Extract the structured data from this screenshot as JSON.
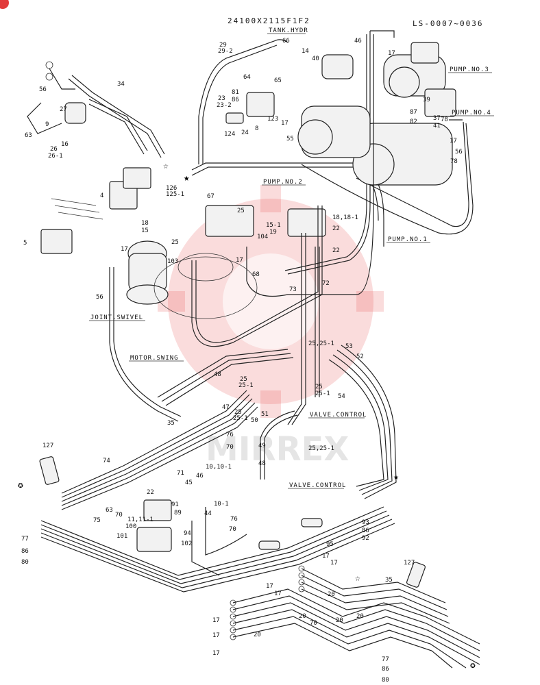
{
  "header": {
    "part_code": "24100X2115F1F2",
    "serial_range": "LS-0007~0036"
  },
  "captions": {
    "tank_hydr": "TANK.HYDR",
    "pump_no3": "PUMP.NO.3",
    "pump_no4": "PUMP.NO.4",
    "pump_no2": "PUMP.NO.2",
    "pump_no1": "PUMP.NO.1",
    "joint_swivel": "JOINT.SWIVEL",
    "motor_swing": "MOTOR.SWING",
    "valve_control_1": "VALVE.CONTROL",
    "valve_control_2": "VALVE.CONTROL"
  },
  "watermark": {
    "text": "MIRREX",
    "color": "#e23b3b"
  },
  "callouts": {
    "c1": "29",
    "c2": "29-2",
    "c3": "66",
    "c4": "14",
    "c5": "40",
    "c6": "46",
    "c7": "17",
    "c8": "64",
    "c9": "65",
    "c10": "81",
    "c11": "86",
    "c12": "23",
    "c13": "23-2",
    "c14": "123",
    "c15": "17",
    "c16": "124",
    "c17": "24",
    "c18": "8",
    "c19": "55",
    "c20": "34",
    "c21": "56",
    "c22": "27",
    "c23": "9",
    "c24": "63",
    "c25": "16",
    "c26": "26",
    "c27": "26-1",
    "c28": "39",
    "c29": "87",
    "c30": "82",
    "c31": "37",
    "c32": "41",
    "c33": "78",
    "c34": "17",
    "c35": "56",
    "c36": "78",
    "c37": "4",
    "c38": "126",
    "c39": "125-1",
    "c40": "67",
    "c41": "18",
    "c42": "15",
    "c43": "15-1",
    "c44": "19",
    "c45": "18,18-1",
    "c46": "22",
    "c47": "22",
    "c48": "25",
    "c49": "104",
    "c50": "25",
    "c51": "5",
    "c52": "17",
    "c53": "103",
    "c54": "17",
    "c55": "68",
    "c56": "73",
    "c57": "72",
    "c58": "56",
    "c59": "25,25-1",
    "c60": "53",
    "c61": "52",
    "c62": "48",
    "c63": "25",
    "c64": "25-1",
    "c65": "25",
    "c66": "25-1",
    "c67": "54",
    "c68": "47",
    "c69": "25",
    "c70": "25-1",
    "c71": "50",
    "c72": "51",
    "c73": "35",
    "c74": "76",
    "c75": "70",
    "c76": "49",
    "c77": "25,25-1",
    "c78": "48",
    "c79": "127",
    "c80": "74",
    "c81": "71",
    "c82": "10,10-1",
    "c83": "46",
    "c84": "45",
    "c85": "63",
    "c86": "22",
    "c87": "75",
    "c88": "70",
    "c89": "91",
    "c90": "89",
    "c91": "11,11-1",
    "c92": "100",
    "c93": "101",
    "c94": "94",
    "c95": "102",
    "c96": "10-1",
    "c97": "44",
    "c98": "76",
    "c99": "70",
    "c100": "93",
    "c101": "86",
    "c102": "92",
    "c103": "95",
    "c104": "77",
    "c105": "86",
    "c106": "80",
    "c107": "17",
    "c108": "17",
    "c109": "127",
    "c110": "35",
    "c111": "17",
    "c112": "17",
    "c113": "20",
    "c114": "17",
    "c115": "20",
    "c116": "20",
    "c117": "70",
    "c118": "20",
    "c119": "17",
    "c120": "20",
    "c121": "17",
    "c122": "77",
    "c123": "86",
    "c124": "80"
  }
}
